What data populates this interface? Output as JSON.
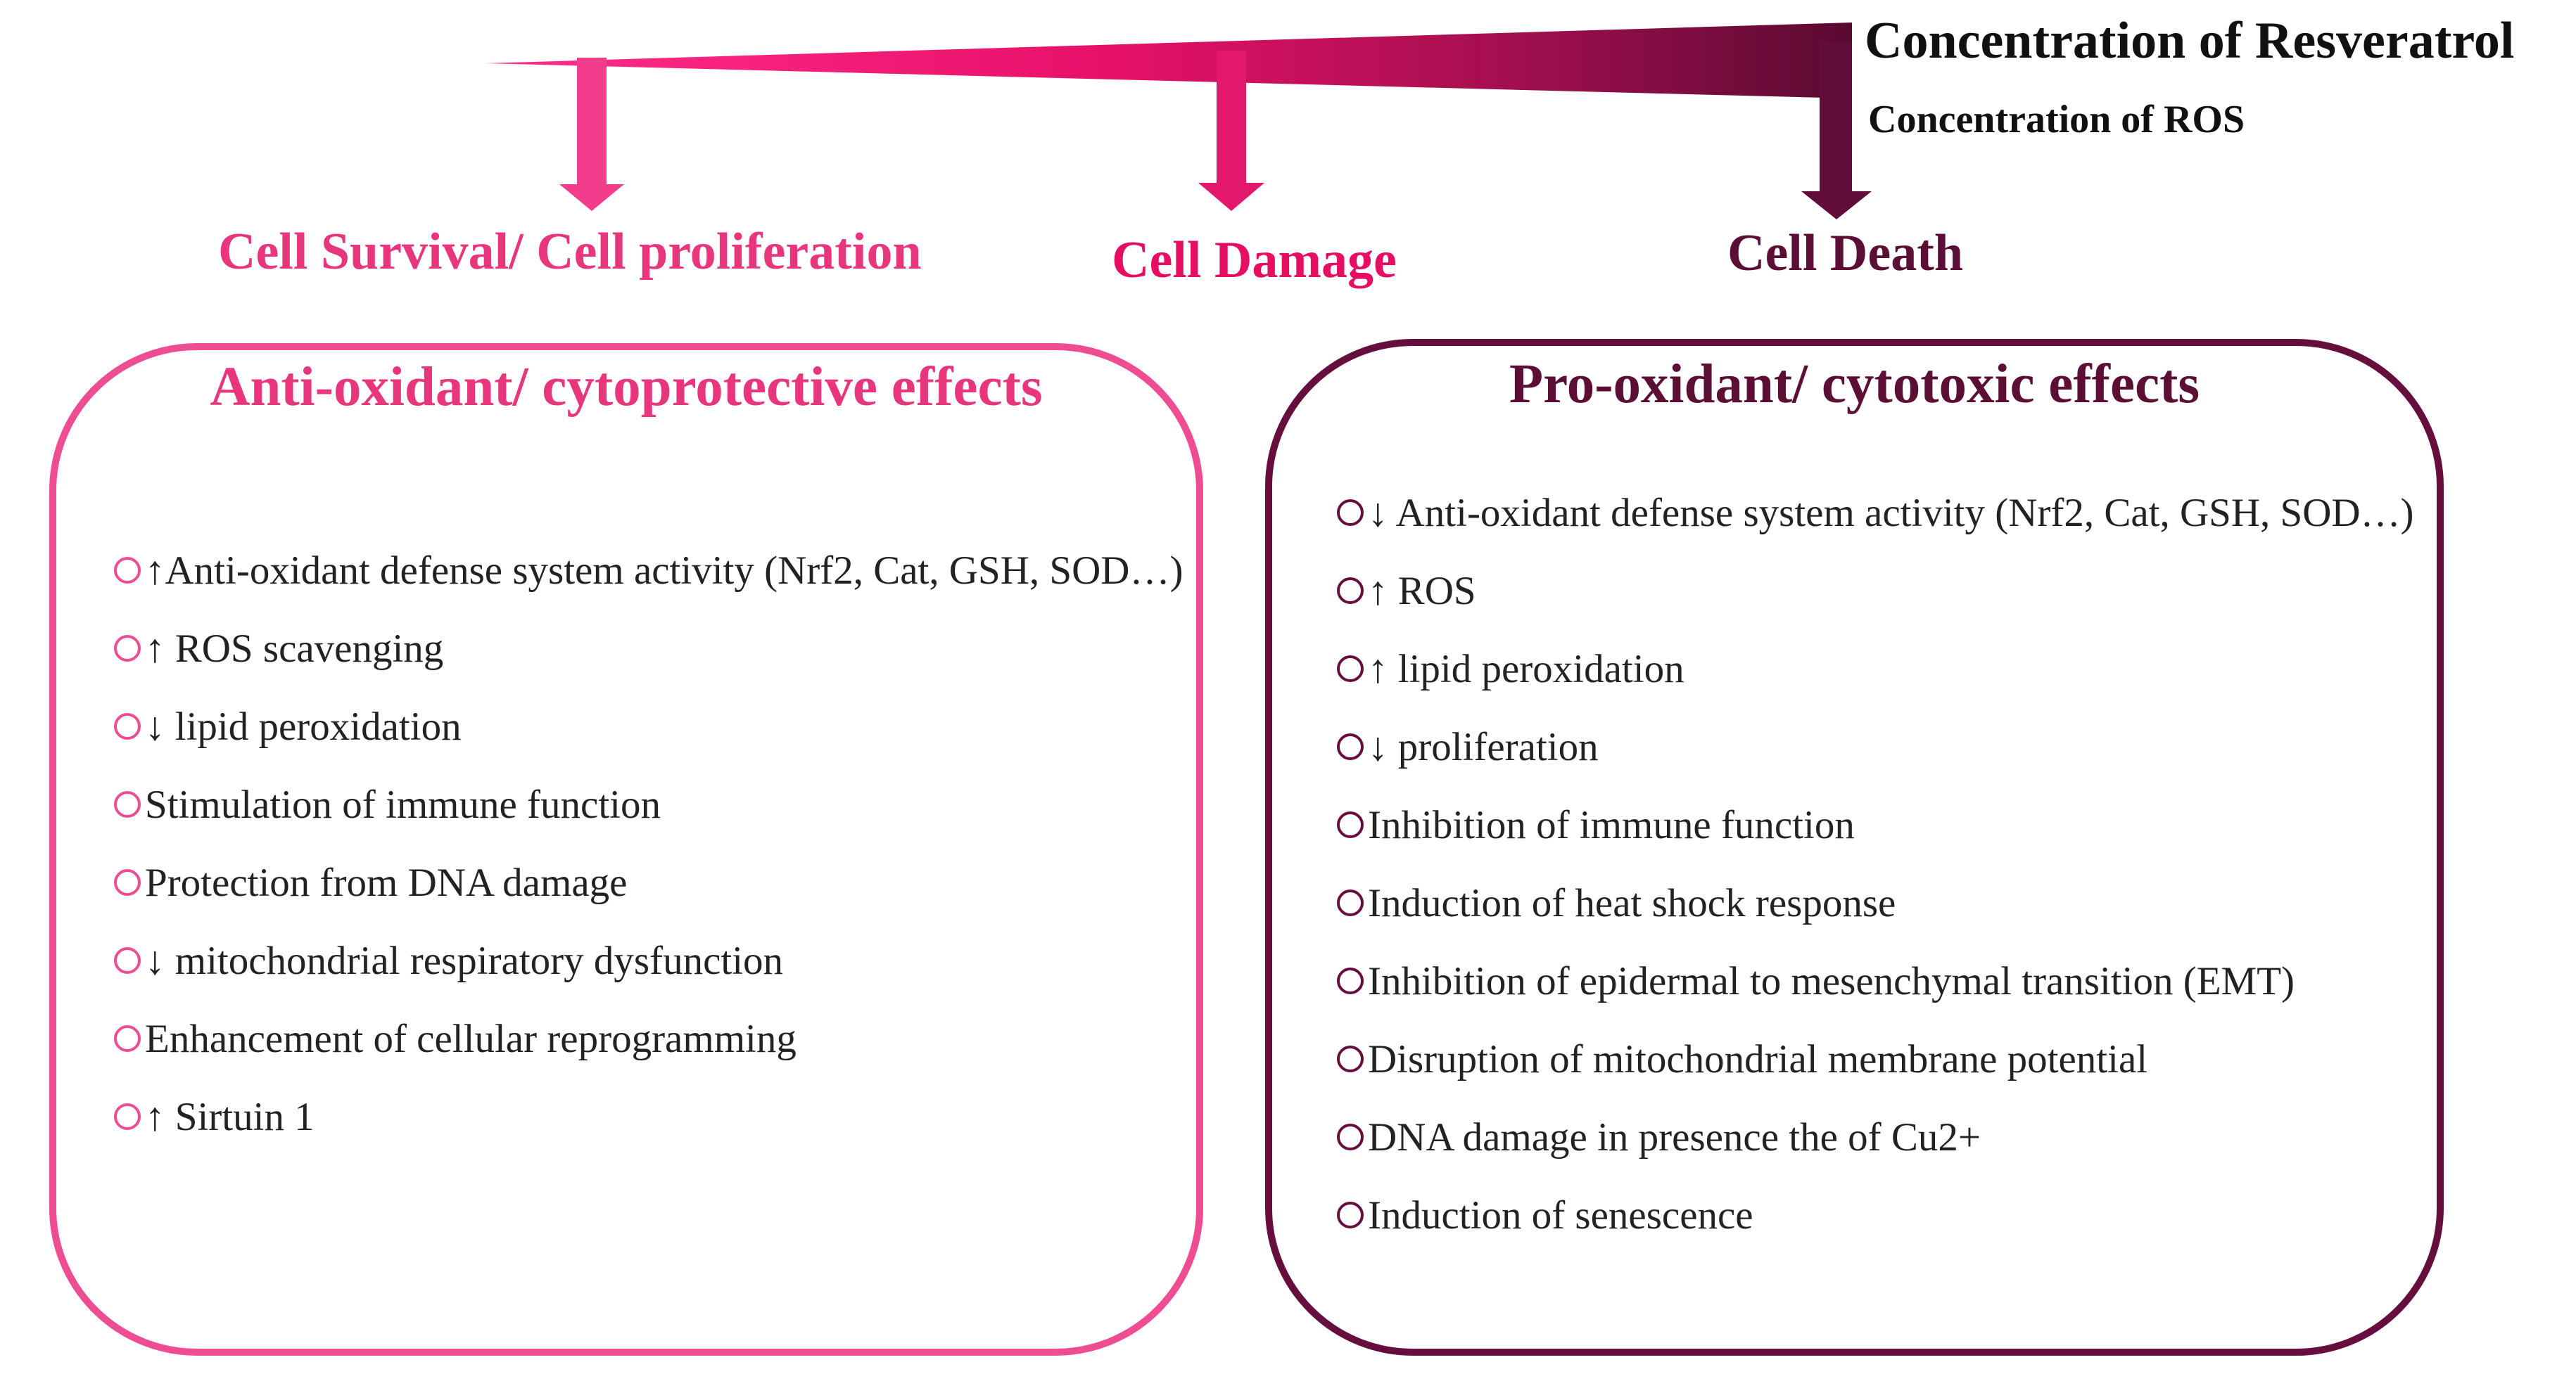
{
  "top": {
    "resveratrol_label": "Concentration of Resveratrol",
    "ros_label": "Concentration of ROS"
  },
  "outcomes": {
    "survival": "Cell Survival/ Cell proliferation",
    "damage": "Cell Damage",
    "death": "Cell Death"
  },
  "panels": {
    "left": {
      "title": "Anti-oxidant/ cytoprotective effects",
      "items": [
        {
          "arrow": "↑",
          "text": "Anti-oxidant defense system  activity (Nrf2, Cat, GSH, SOD…)"
        },
        {
          "arrow": "↑",
          "text": " ROS scavenging"
        },
        {
          "arrow": "↓",
          "text": " lipid peroxidation"
        },
        {
          "arrow": "",
          "text": "Stimulation of immune function"
        },
        {
          "arrow": "",
          "text": "Protection from DNA damage"
        },
        {
          "arrow": "↓",
          "text": " mitochondrial respiratory dysfunction"
        },
        {
          "arrow": "",
          "text": "Enhancement of cellular reprogramming"
        },
        {
          "arrow": "↑",
          "text": " Sirtuin 1"
        }
      ]
    },
    "right": {
      "title": "Pro-oxidant/ cytotoxic effects",
      "items": [
        {
          "arrow": "↓",
          "text": " Anti-oxidant defense system activity (Nrf2, Cat, GSH, SOD…)"
        },
        {
          "arrow": "↑",
          "text": " ROS"
        },
        {
          "arrow": "↑",
          "text": " lipid peroxidation"
        },
        {
          "arrow": "↓",
          "text": " proliferation"
        },
        {
          "arrow": "",
          "text": "Inhibition of immune function"
        },
        {
          "arrow": "",
          "text": "Induction of heat shock response"
        },
        {
          "arrow": "",
          "text": "Inhibition of epidermal to mesenchymal transition (EMT)"
        },
        {
          "arrow": "",
          "text": "Disruption of mitochondrial membrane potential"
        },
        {
          "arrow": "",
          "text": "DNA damage in presence the of Cu2+"
        },
        {
          "arrow": "",
          "text": "Induction of senescence"
        }
      ]
    }
  },
  "colors": {
    "pink": "#ef4d93",
    "magenta": "#e60e63",
    "dark_maroon": "#660f3e"
  }
}
